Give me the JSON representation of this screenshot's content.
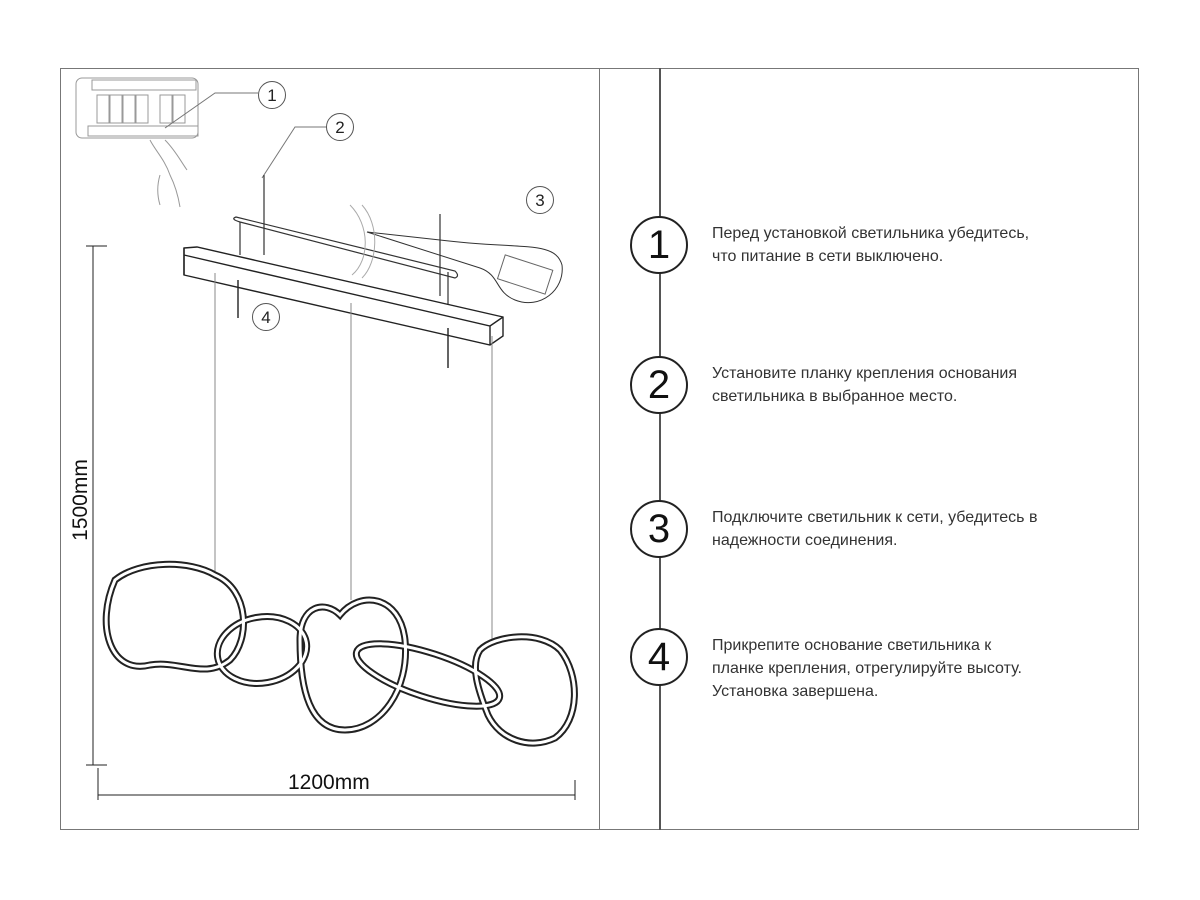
{
  "diagram": {
    "dimensions": {
      "height_label": "1500mm",
      "width_label": "1200mm"
    },
    "callouts": [
      "1",
      "2",
      "3",
      "4"
    ]
  },
  "steps": [
    {
      "number": "1",
      "text": "Перед установкой светильника убедитесь,\nчто питание в сети выключено."
    },
    {
      "number": "2",
      "text": "Установите планку крепления основания\nсветильника в выбранное место."
    },
    {
      "number": "3",
      "text": "Подключите светильник к сети, убедитесь в\nнадежности соединения."
    },
    {
      "number": "4",
      "text": "Прикрепите основание светильника к\nпланке крепления, отрегулируйте высоту.\nУстановка завершена."
    }
  ]
}
